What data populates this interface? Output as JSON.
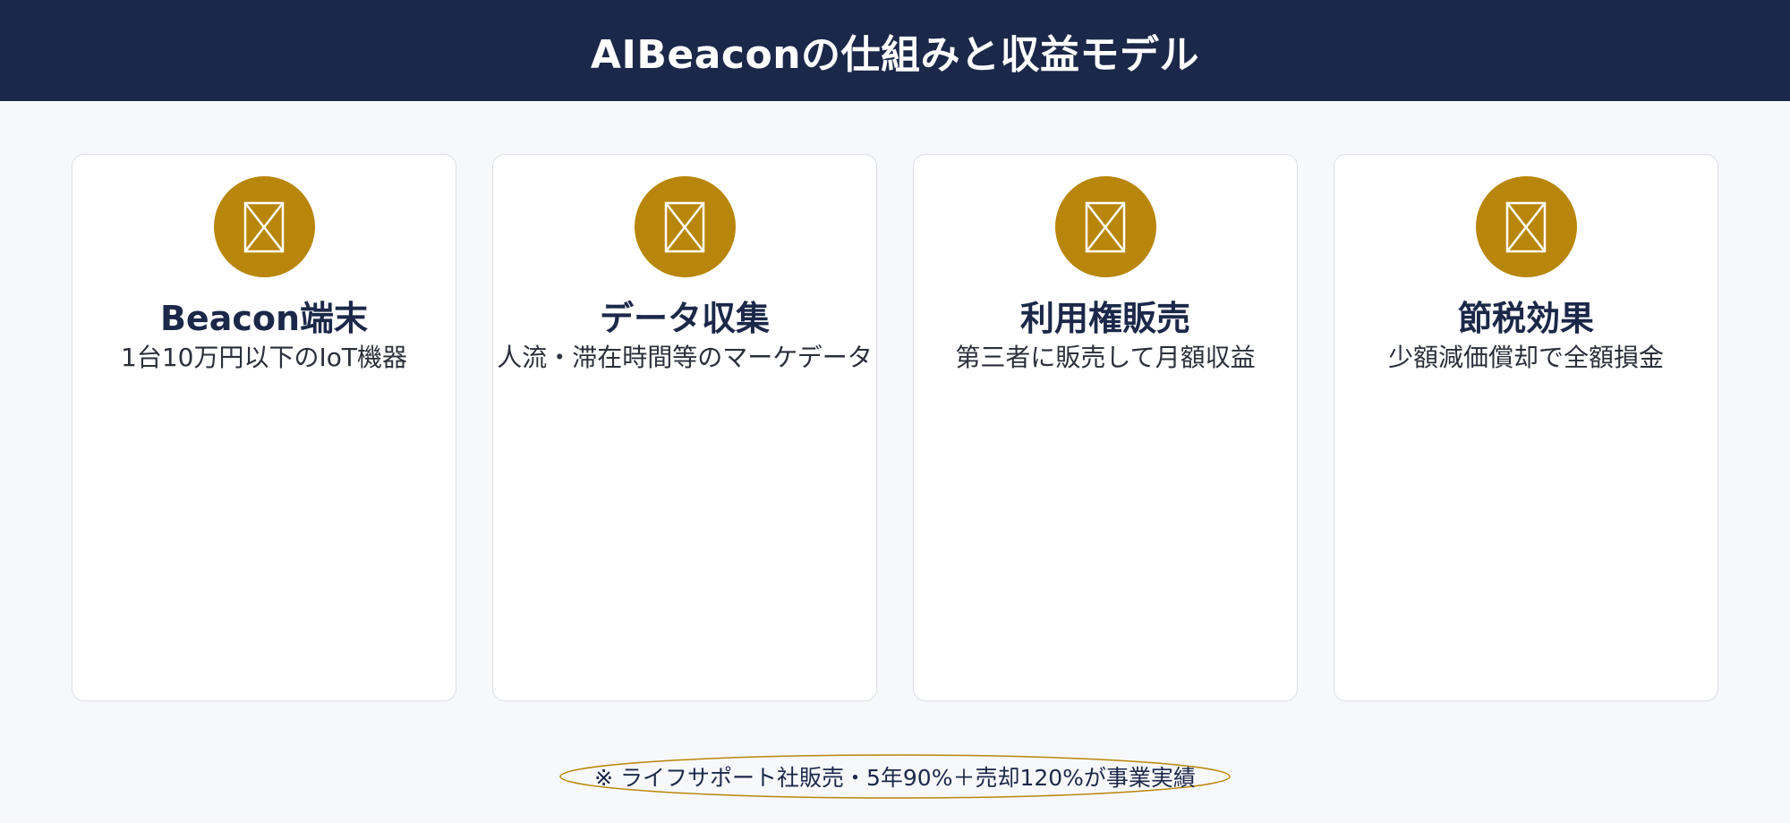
{
  "header": {
    "title": "AIBeaconの仕組みと収益モデル"
  },
  "cards": [
    {
      "icon": "missing-image-icon",
      "title": "Beacon端末",
      "description": "1台10万円以下のIoT機器"
    },
    {
      "icon": "missing-image-icon",
      "title": "データ収集",
      "description": "人流・滞在時間等のマーケデータ"
    },
    {
      "icon": "missing-image-icon",
      "title": "利用権販売",
      "description": "第三者に販売して月額収益"
    },
    {
      "icon": "missing-image-icon",
      "title": "節税効果",
      "description": "少額減価償却で全額損金"
    }
  ],
  "footnote": {
    "text": "※ ライフサポート社販売・5年90%＋売却120%が事業実績"
  },
  "colors": {
    "header_bg": "#1b2849",
    "accent_gold": "#b8860b",
    "page_bg": "#f7f8fa"
  }
}
